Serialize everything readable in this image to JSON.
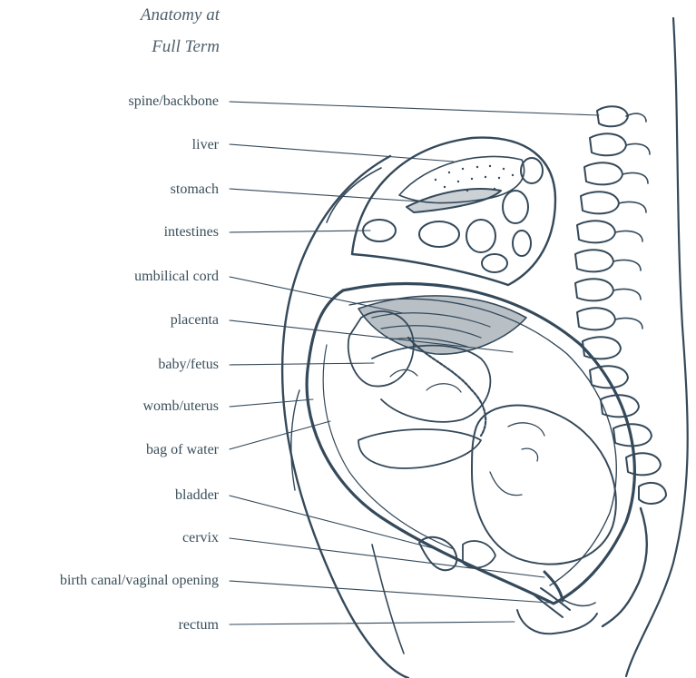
{
  "title": [
    "Anatomy at",
    "Full Term"
  ],
  "labels": [
    "spine/backbone",
    "liver",
    "stomach",
    "intestines",
    "umbilical cord",
    "placenta",
    "baby/fetus",
    "womb/uterus",
    "bag of water",
    "bladder",
    "cervix",
    "birth canal/vaginal opening",
    "rectum"
  ],
  "colors": {
    "ink": "#34495a",
    "label_text": "#3a4f5b",
    "title_text": "#50606b"
  }
}
